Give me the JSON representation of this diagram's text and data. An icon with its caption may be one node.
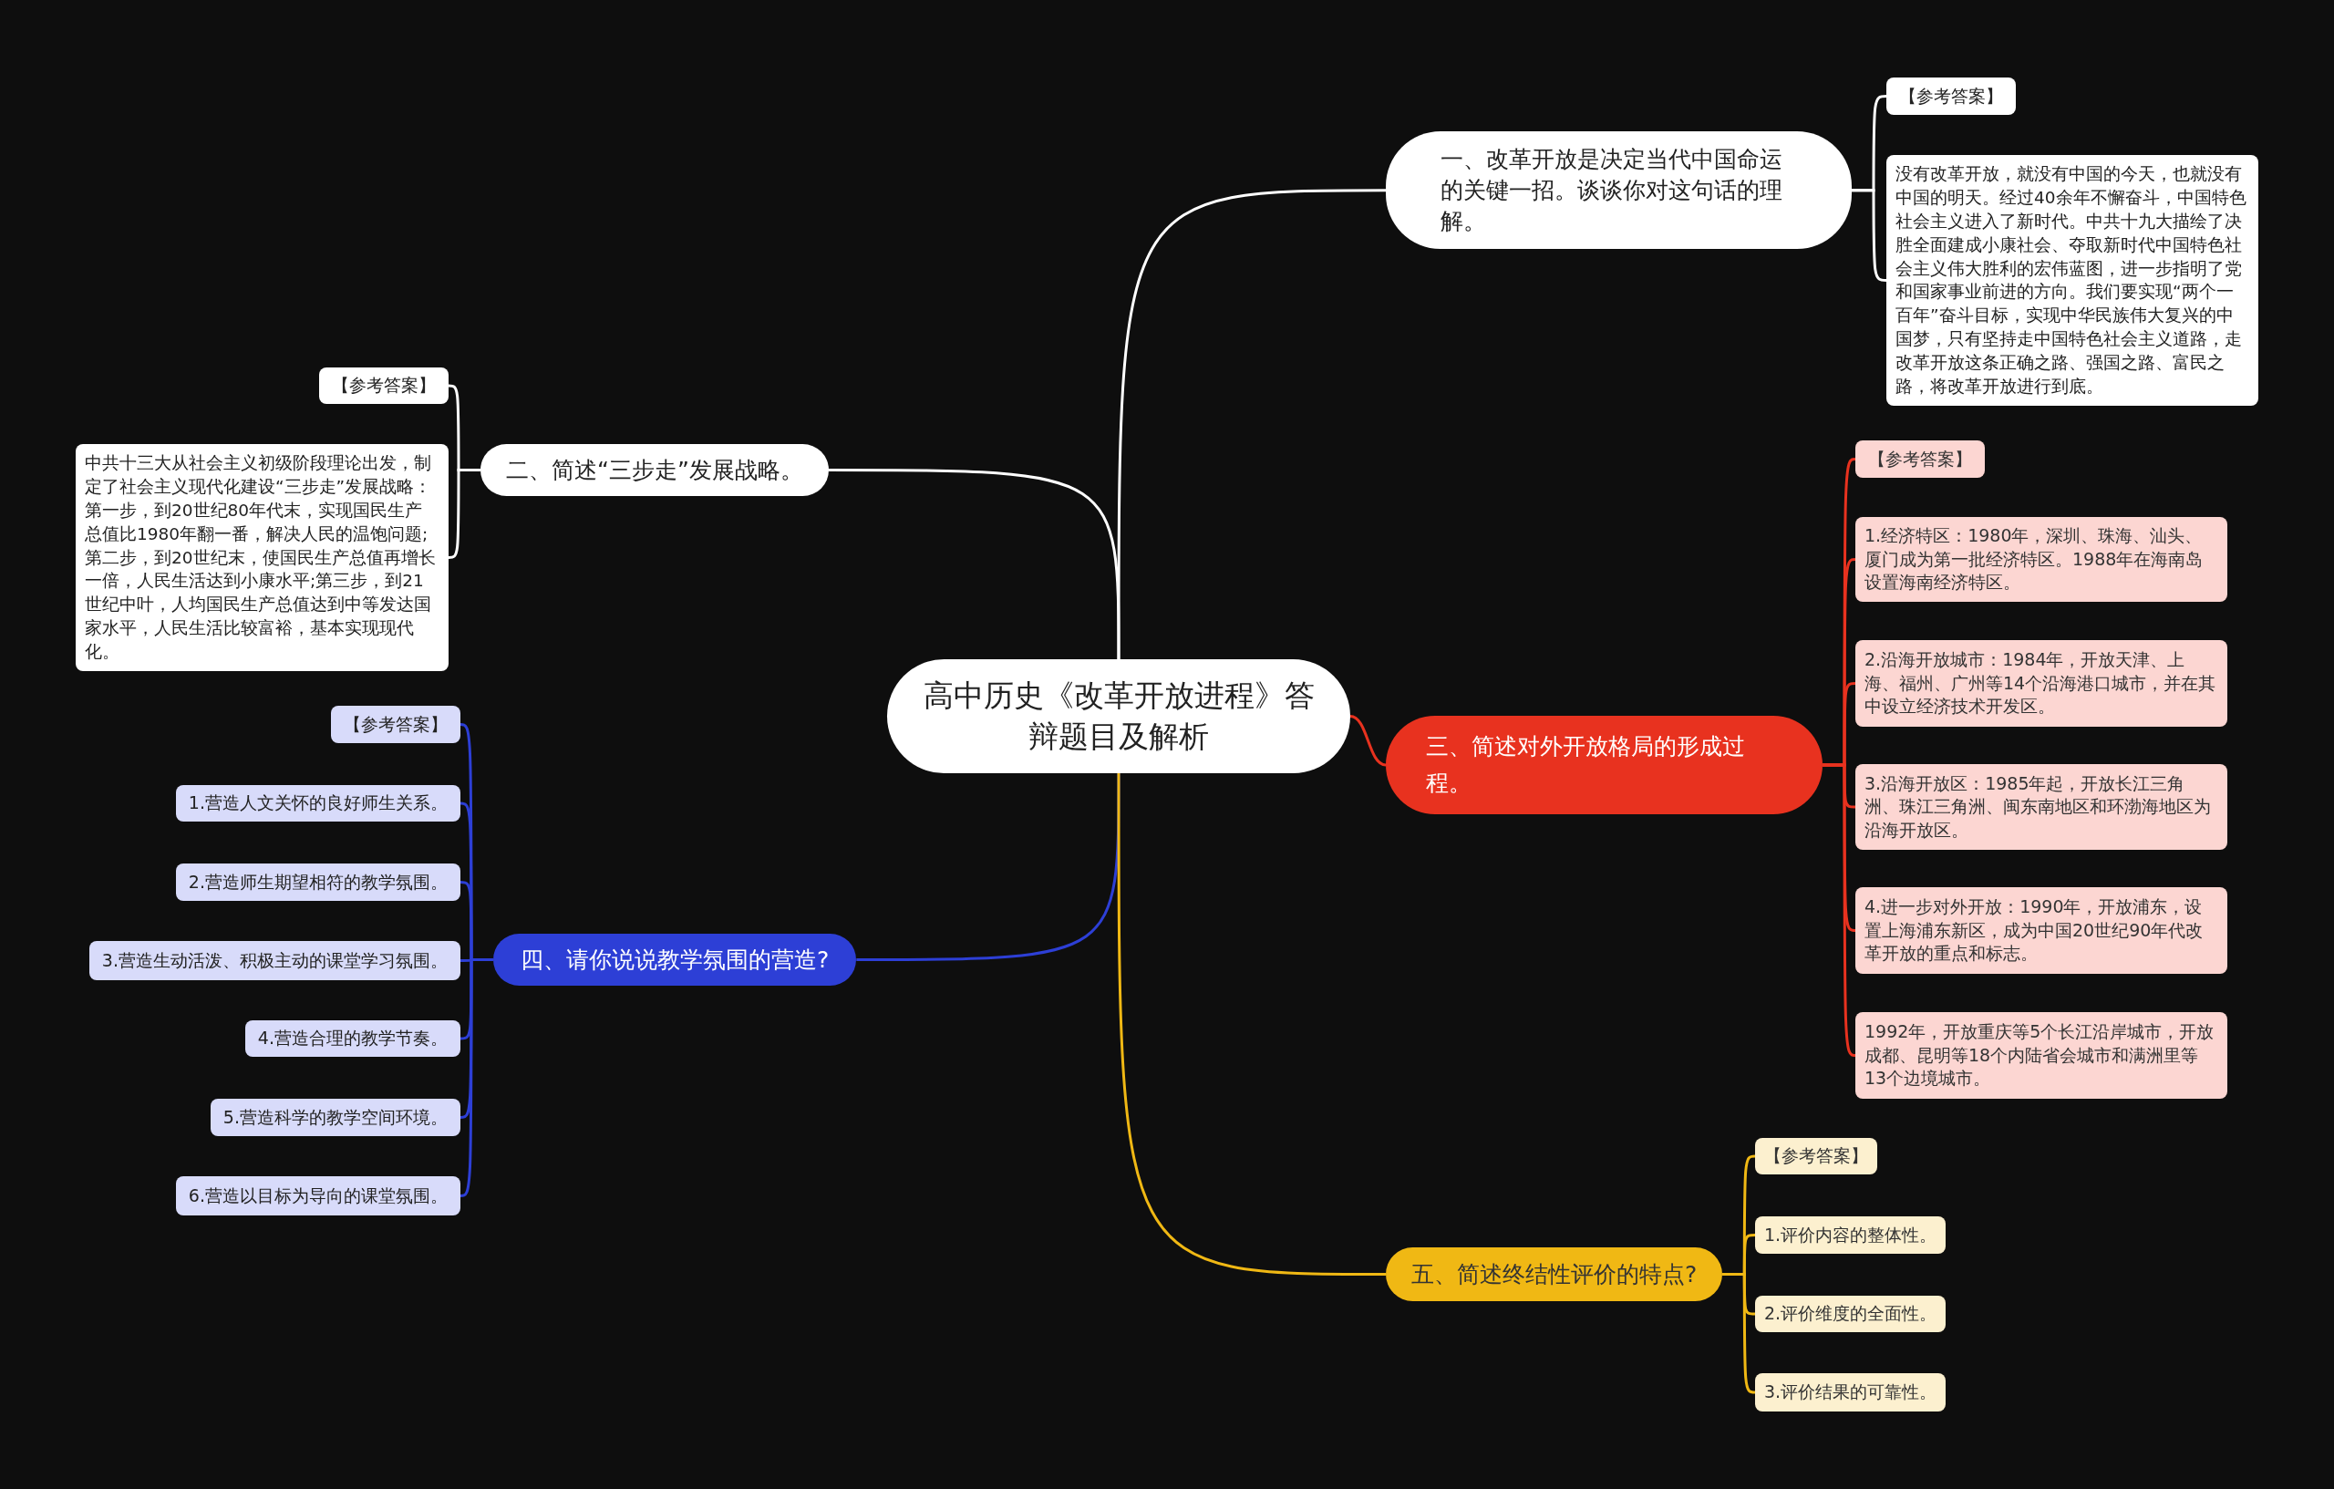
{
  "diagram": {
    "nodes": [
      {
        "text": [
          "高中历史《改革开放进程》答辩题目及解析"
        ]
      },
      {
        "text": [
          "一、改革开放是决定当代中国命运的关键一招。谈谈你对这句话的理解。"
        ]
      },
      {
        "text": [
          "【参考答案】"
        ]
      },
      {
        "text": [
          "没有改革开放，就没有中国的今天，也就没有中国的明天。经过40余年不懈奋斗，中国特色社会主义进入了新时代。中共十九大描绘了决胜全面建成小康社会、夺取新时代中国特色社会主义伟大胜利的宏伟蓝图，进一步指明了党和国家事业前进的方向。我们要实现“两个一百年”奋斗目标，实现中华民族伟大复兴的中国梦，只有坚持走中国特色社会主义道路，走改革开放这条正确之路、强国之路、富民之路，将改革开放进行到底。"
        ]
      },
      {
        "text": [
          "二、简述“三步走”发展战略。"
        ]
      },
      {
        "text": [
          "【参考答案】"
        ]
      },
      {
        "text": [
          "中共十三大从社会主义初级阶段理论出发，制定了社会主义现代化建设“三步走”发展战略：第一步，到20世纪80年代末，实现国民生产总值比1980年翻一番，解决人民的温饱问题;第二步，到20世纪末，使国民生产总值再增长一倍，人民生活达到小康水平;第三步，到21世纪中叶，人均国民生产总值达到中等发达国家水平，人民生活比较富裕，基本实现现代化。"
        ]
      },
      {
        "text": [
          "三、简述对外开放格局的形成过程。"
        ]
      },
      {
        "text": [
          "【参考答案】"
        ]
      },
      {
        "text": [
          "1.经济特区：1980年，深圳、珠海、汕头、厦门成为第一批经济特区。1988年在海南岛设置海南经济特区。"
        ]
      },
      {
        "text": [
          "2.沿海开放城市：1984年，开放天津、上海、福州、广州等14个沿海港口城市，并在其中设立经济技术开发区。"
        ]
      },
      {
        "text": [
          "3.沿海开放区：1985年起，开放长江三角洲、珠江三角洲、闽东南地区和环渤海地区为沿海开放区。"
        ]
      },
      {
        "text": [
          "4.进一步对外开放：1990年，开放浦东，设置上海浦东新区，成为中国20世纪90年代改革开放的重点和标志。"
        ]
      },
      {
        "text": [
          "1992年，开放重庆等5个长江沿岸城市，开放成都、昆明等18个内陆省会城市和满洲里等13个边境城市。"
        ]
      },
      {
        "text": [
          "四、请你说说教学氛围的营造?"
        ]
      },
      {
        "text": [
          "【参考答案】"
        ]
      },
      {
        "text": [
          "1.营造人文关怀的良好师生关系。"
        ]
      },
      {
        "text": [
          "2.营造师生期望相符的教学氛围。"
        ]
      },
      {
        "text": [
          "3.营造生动活泼、积极主动的课堂学习氛围。"
        ]
      },
      {
        "text": [
          "4.营造合理的教学节奏。"
        ]
      },
      {
        "text": [
          "5.营造科学的教学空间环境。"
        ]
      },
      {
        "text": [
          "6.营造以目标为导向的课堂氛围。"
        ]
      },
      {
        "text": [
          "五、简述终结性评价的特点?"
        ]
      },
      {
        "text": [
          "【参考答案】"
        ]
      },
      {
        "text": [
          "1.评价内容的整体性。"
        ]
      },
      {
        "text": [
          "2.评价维度的全面性。"
        ]
      },
      {
        "text": [
          "3.评价结果的可靠性。"
        ]
      }
    ],
    "edges": [
      {
        "from": 0,
        "to": 1,
        "arrow": "none",
        "color": "#ffffff"
      },
      {
        "from": 1,
        "to": 2,
        "arrow": "none",
        "color": "#ffffff"
      },
      {
        "from": 1,
        "to": 3,
        "arrow": "none",
        "color": "#ffffff"
      },
      {
        "from": 0,
        "to": 4,
        "arrow": "none",
        "color": "#ffffff"
      },
      {
        "from": 4,
        "to": 5,
        "arrow": "none",
        "color": "#ffffff"
      },
      {
        "from": 4,
        "to": 6,
        "arrow": "none",
        "color": "#ffffff"
      },
      {
        "from": 0,
        "to": 7,
        "arrow": "none",
        "color": "#e8321f"
      },
      {
        "from": 7,
        "to": 8,
        "arrow": "none",
        "color": "#e8321f"
      },
      {
        "from": 7,
        "to": 9,
        "arrow": "none",
        "color": "#e8321f"
      },
      {
        "from": 7,
        "to": 10,
        "arrow": "none",
        "color": "#e8321f"
      },
      {
        "from": 7,
        "to": 11,
        "arrow": "none",
        "color": "#e8321f"
      },
      {
        "from": 7,
        "to": 12,
        "arrow": "none",
        "color": "#e8321f"
      },
      {
        "from": 7,
        "to": 13,
        "arrow": "none",
        "color": "#e8321f"
      },
      {
        "from": 0,
        "to": 14,
        "arrow": "none",
        "color": "#2d3fd6"
      },
      {
        "from": 14,
        "to": 15,
        "arrow": "none",
        "color": "#2d3fd6"
      },
      {
        "from": 14,
        "to": 16,
        "arrow": "none",
        "color": "#2d3fd6"
      },
      {
        "from": 14,
        "to": 17,
        "arrow": "none",
        "color": "#2d3fd6"
      },
      {
        "from": 14,
        "to": 18,
        "arrow": "none",
        "color": "#2d3fd6"
      },
      {
        "from": 14,
        "to": 19,
        "arrow": "none",
        "color": "#2d3fd6"
      },
      {
        "from": 14,
        "to": 20,
        "arrow": "none",
        "color": "#2d3fd6"
      },
      {
        "from": 14,
        "to": 21,
        "arrow": "none",
        "color": "#2d3fd6"
      },
      {
        "from": 0,
        "to": 22,
        "arrow": "none",
        "color": "#f0b814"
      },
      {
        "from": 22,
        "to": 23,
        "arrow": "none",
        "color": "#f0b814"
      },
      {
        "from": 22,
        "to": 24,
        "arrow": "none",
        "color": "#f0b814"
      },
      {
        "from": 22,
        "to": 25,
        "arrow": "none",
        "color": "#f0b814"
      },
      {
        "from": 22,
        "to": 26,
        "arrow": "none",
        "color": "#f0b814"
      }
    ]
  }
}
